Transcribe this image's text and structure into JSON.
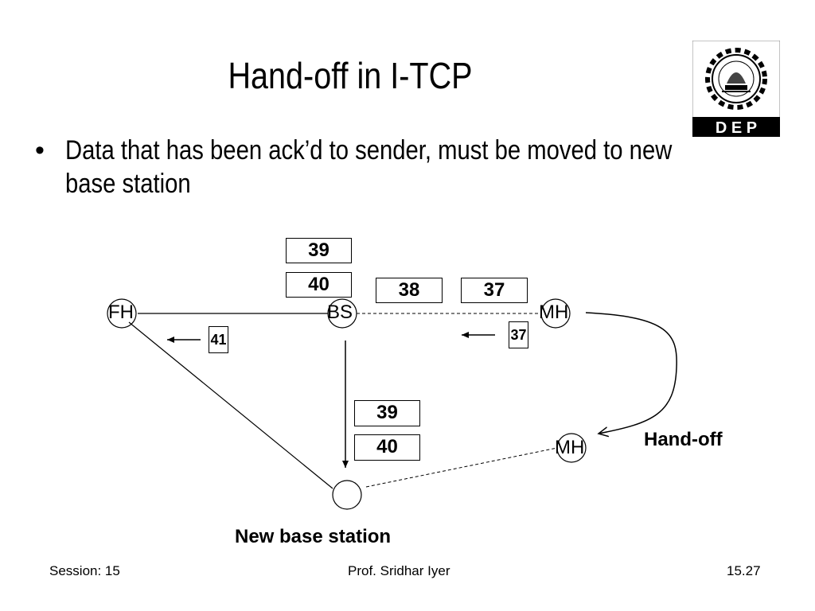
{
  "slide": {
    "title": "Hand-off in I-TCP",
    "bullet": "Data that has been ack’d to sender, must be moved to new base station",
    "logo_text": "D E P"
  },
  "diagram": {
    "nodes": {
      "fh": "FH",
      "bs": "BS",
      "mh_old": "MH",
      "mh_new": "MH"
    },
    "packets": {
      "bs_buffer_top": "39",
      "bs_buffer_bottom": "40",
      "in_flight_1": "38",
      "in_flight_2": "37",
      "moved_top": "39",
      "moved_bottom": "40"
    },
    "acks": {
      "to_fh": "41",
      "to_bs": "37"
    },
    "labels": {
      "handoff": "Hand-off",
      "new_base_station": "New base station"
    }
  },
  "footer": {
    "session": "Session: 15",
    "author": "Prof. Sridhar Iyer",
    "page": "15.27"
  }
}
